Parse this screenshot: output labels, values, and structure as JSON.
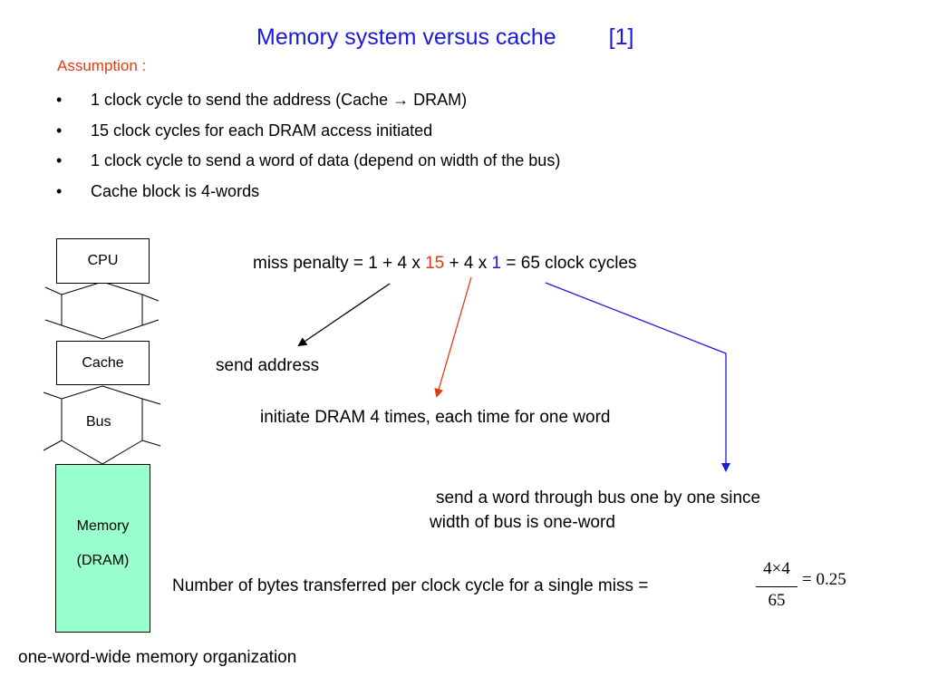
{
  "title": {
    "text": "Memory system versus cache",
    "ref": "[1]"
  },
  "assumption_label": "Assumption :",
  "bullet_symbol": "•",
  "bullets": [
    "1 clock cycle to send the address (Cache → DRAM)",
    "15 clock cycles for each DRAM access initiated",
    "1 clock cycle to send a word of data (depend on width of the bus)",
    "Cache block is 4-words"
  ],
  "diagram": {
    "cpu": "CPU",
    "cache": "Cache",
    "bus": "Bus",
    "memory_line1": "Memory",
    "memory_line2": "(DRAM)",
    "caption": "one-word-wide memory organization"
  },
  "equation": {
    "part1": "miss penalty = 1 + 4 x ",
    "val15": "15",
    "part2": " + 4 x ",
    "val1": "1",
    "part3": " = 65  clock cycles"
  },
  "annotations": {
    "send_address": "send address",
    "initiate_dram": "initiate DRAM 4 times, each time for one word",
    "send_word_line1": "send a word through bus one by one since",
    "send_word_line2": "width of bus is one-word"
  },
  "bytes_per_cycle": {
    "label": "Number of bytes transferred per clock cycle for a single miss =",
    "numerator": "4×4",
    "denominator": "65",
    "result": "= 0.25"
  },
  "colors": {
    "title": "#1a1adf",
    "assumption": "#e03c14",
    "memory_fill": "#99ffcc",
    "arrow_black": "#000000",
    "arrow_red": "#e03c14",
    "arrow_blue": "#1a1adf"
  }
}
